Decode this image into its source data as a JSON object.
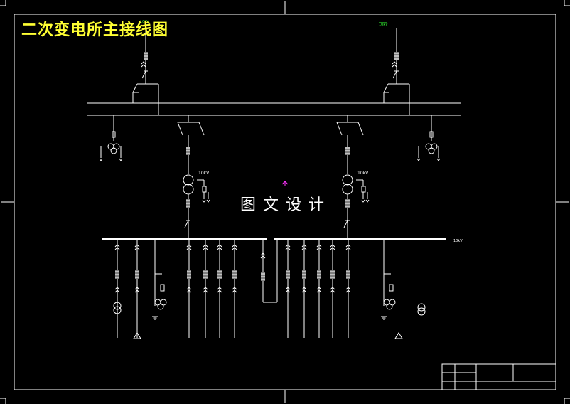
{
  "drawing": {
    "title": "二次变电所主接线图",
    "watermark": "图文设计",
    "colors": {
      "background": "#000000",
      "line": "#ffffff",
      "title": "#ffff33",
      "label": "#33ff33",
      "cursor": "#ff33ff"
    }
  },
  "source_labels": [
    "10kV",
    "10kV"
  ],
  "transformer_labels": [
    "10kV",
    "10kV"
  ],
  "bus_label": "10kV",
  "feeder_labels": [
    "",
    "",
    "",
    "",
    "",
    "",
    "",
    "",
    "",
    "",
    ""
  ],
  "title_block": {
    "row1": "",
    "row2": "",
    "name": "",
    "sheet": ""
  },
  "icons": [
    "breaker-icon",
    "disconnector-icon",
    "transformer-icon",
    "fuse-icon",
    "arrester-icon",
    "ground-icon"
  ]
}
